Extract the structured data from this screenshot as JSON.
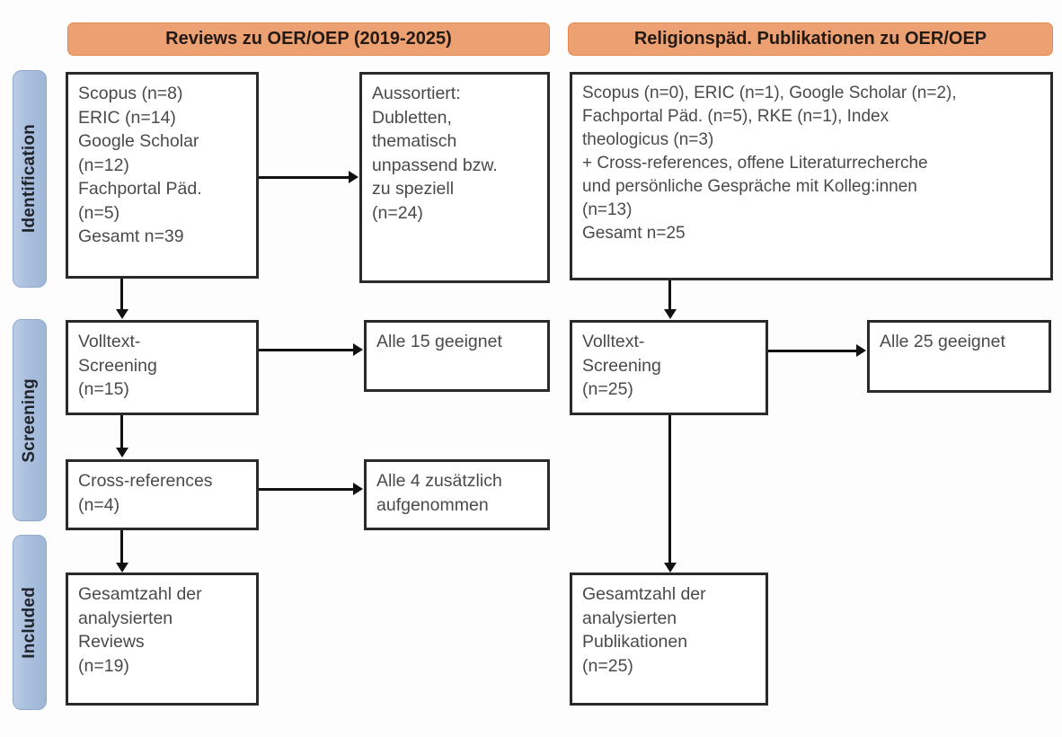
{
  "figure": {
    "type": "prisma-flow-diagram",
    "language": "de"
  },
  "stages": [
    {
      "id": "identification",
      "label": "Identification"
    },
    {
      "id": "screening",
      "label": "Screening"
    },
    {
      "id": "included",
      "label": "Included"
    }
  ],
  "columns": [
    {
      "id": "left",
      "header": "Reviews zu OER/OEP (2019-2025)"
    },
    {
      "id": "right",
      "header": "Religionspäd. Publikationen zu OER/OEP"
    }
  ],
  "boxes": {
    "left_sources": "Scopus (n=8)\nERIC (n=14)\nGoogle Scholar\n(n=12)\nFachportal Päd.\n(n=5)\nGesamt n=39",
    "left_excluded": "Aussortiert:\nDubletten,\nthematisch\nunpassend bzw.\nzu speziell\n(n=24)",
    "left_screening": "Volltext-\nScreening\n(n=15)",
    "left_screening_out": "Alle 15 geeignet",
    "left_crossrefs": "Cross-references\n(n=4)",
    "left_crossrefs_out": "Alle 4 zusätzlich\naufgenommen",
    "left_included": "Gesamtzahl der\nanalysierten\nReviews\n(n=19)",
    "right_sources": "Scopus (n=0), ERIC (n=1), Google Scholar (n=2),\nFachportal Päd. (n=5), RKE (n=1), Index\ntheologicus (n=3)\n+ Cross-references, offene Literaturrecherche\nund persönliche Gespräche mit Kolleg:innen\n(n=13)\nGesamt n=25",
    "right_screening": "Volltext-\nScreening\n(n=25)",
    "right_screening_out": "Alle 25 geeignet",
    "right_included": "Gesamtzahl der\nanalysierten\nPublikationen\n(n=25)"
  },
  "counts": {
    "left_scopus": 8,
    "left_eric": 14,
    "left_google_scholar": 12,
    "left_fachportal": 5,
    "left_total": 39,
    "left_excluded": 24,
    "left_fulltext_screened": 15,
    "left_crossrefs": 4,
    "left_included": 19,
    "right_scopus": 0,
    "right_eric": 1,
    "right_google_scholar": 2,
    "right_fachportal": 5,
    "right_rke": 1,
    "right_index_theologicus": 3,
    "right_additional": 13,
    "right_total": 25,
    "right_fulltext_screened": 25,
    "right_included": 25
  },
  "colors": {
    "header_orange": "#eda071",
    "header_orange_border": "#e08a52",
    "stage_blue": "#a9bfdd",
    "stage_blue_border": "#8ea8cd",
    "box_border": "#2a2a2a",
    "box_text": "#4a4a4a",
    "connector": "#111111",
    "background": "#fdfdfd"
  }
}
